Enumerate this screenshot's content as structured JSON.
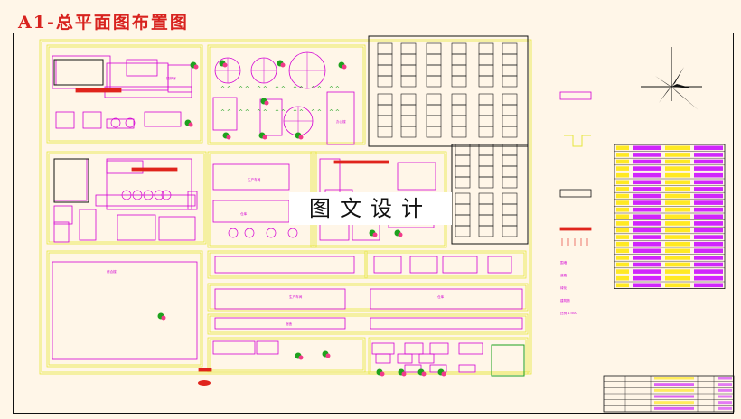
{
  "drawing": {
    "title": "A1-总平面图布置图",
    "watermark": "图文设计"
  },
  "colors": {
    "wall": "#e6e63a",
    "building": "#d400d4",
    "road_bar": "#e0241c",
    "ink": "#111111",
    "tree": "#1ea21e",
    "table_fill": "#c800ff",
    "table_text": "#ffe600"
  },
  "icons": [
    "compass-rose-icon",
    "tree-icon",
    "tank-icon"
  ],
  "building_labels": [
    "综合楼",
    "生产车间",
    "仓库",
    "锅炉房",
    "办公楼",
    "宿舍"
  ],
  "legend": {
    "rows": 21,
    "labels": [
      "围墙",
      "道路",
      "绿化",
      "建筑物",
      "比例 1:500"
    ]
  },
  "title_block": {
    "rows": 6
  }
}
